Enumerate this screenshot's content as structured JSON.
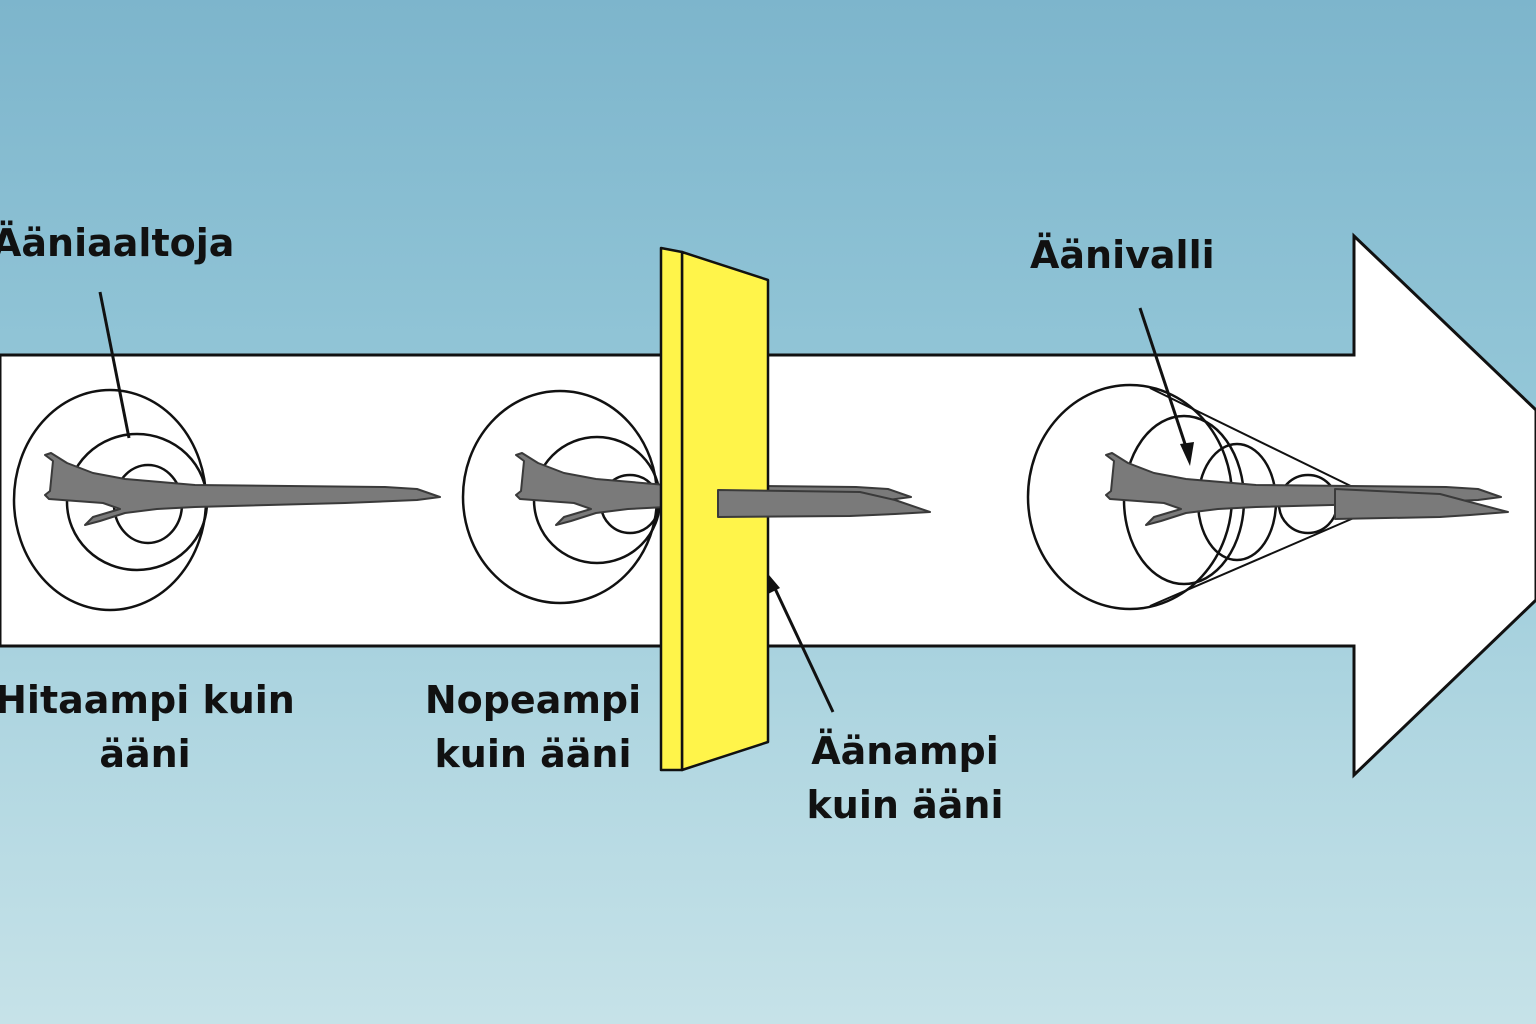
{
  "labels": {
    "sound_waves": "Ääniaaltoja",
    "sonic_boom": "Äänivalli",
    "slower_line1": "Hitaampi kuin",
    "slower_line2": "ääni",
    "faster_line1": "Nopeampi",
    "faster_line2": "kuin ääni",
    "sound_speed_line1": "Äänampi",
    "sound_speed_line2": "kuin ääni"
  },
  "colors": {
    "arrow_fill": "#ffffff",
    "barrier_fill": "#fff44a",
    "plane_fill": "#7a7a7a",
    "line": "#111111"
  }
}
